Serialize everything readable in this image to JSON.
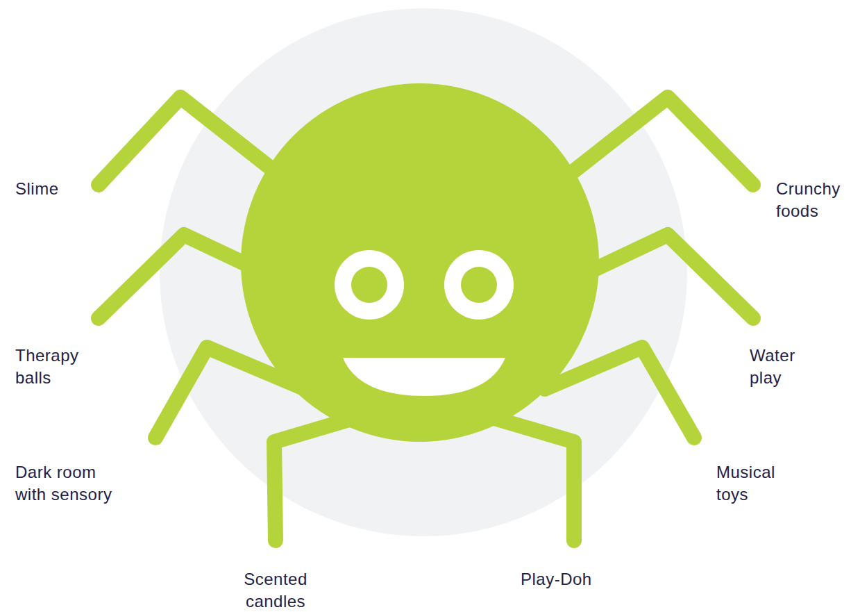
{
  "diagram": {
    "labels": [
      "Slime",
      "Crunchy foods",
      "Therapy balls",
      "Water play",
      "Dark room with sensory",
      "Musical toys",
      "Scented candles",
      "Play-Doh"
    ]
  }
}
